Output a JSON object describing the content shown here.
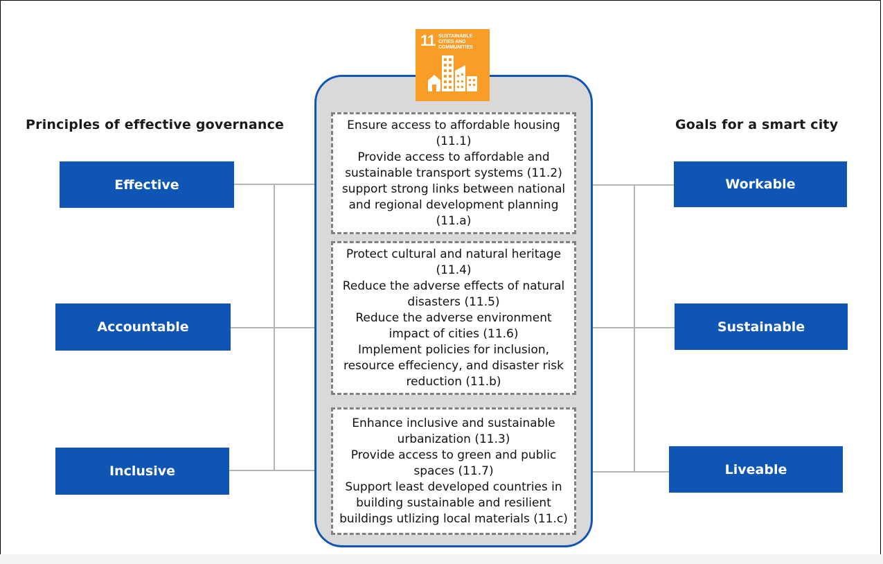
{
  "left_heading": "Principles of effective governance",
  "right_heading": "Goals for a smart city",
  "principles": [
    "Effective",
    "Accountable",
    "Inclusive"
  ],
  "goals": [
    "Workable",
    "Sustainable",
    "Liveable"
  ],
  "sdg_badge": {
    "number": "11",
    "text": "SUSTAINABLE CITIES AND COMMUNITIES",
    "icon": "city-buildings-icon",
    "color": "#f99d26"
  },
  "target_groups": [
    {
      "items": [
        "Ensure access to affordable housing (11.1)",
        "Provide access to affordable and sustainable transport systems (11.2)",
        "support strong links between national and regional development planning (11.a)"
      ]
    },
    {
      "items": [
        "Protect cultural and natural heritage (11.4)",
        "Reduce the adverse effects of natural disasters (11.5)",
        "Reduce the adverse environment impact of cities (11.6)",
        "Implement policies for inclusion, resource effeciency, and disaster risk reduction (11.b)"
      ]
    },
    {
      "items": [
        "Enhance inclusive and sustainable urbanization (11.3)",
        "Provide access to green and public spaces (11.7)",
        "Support least developed countries in building sustainable and resilient buildings utlizing local materials (11.c)"
      ]
    }
  ],
  "colors": {
    "box_blue": "#0f55b4",
    "connector_gray": "#b5b5b5",
    "phone_fill": "#d9d9d9"
  }
}
